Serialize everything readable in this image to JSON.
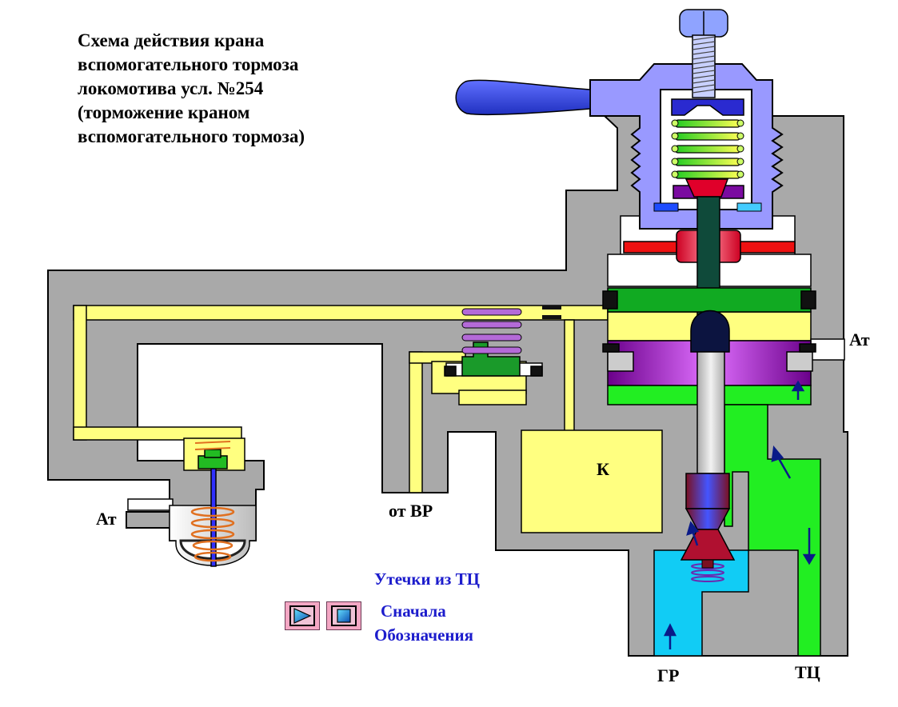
{
  "title_lines": [
    "Схема действия крана",
    "вспомогательного тормоза",
    "локомотива усл. №254",
    "(торможение краном",
    "вспомогательного тормоза)"
  ],
  "labels": {
    "at_left": "Ат",
    "at_right": "Ат",
    "from_vr": "от ВР",
    "chamber_k": "К",
    "gr": "ГР",
    "tc": "ТЦ"
  },
  "notes": {
    "leaks": "Утечки из ТЦ",
    "start": "Сначала",
    "legend": "Обозначения"
  },
  "icons": {
    "play": "play-triangle-icon",
    "stop": "stop-square-icon"
  },
  "colors": {
    "body_gray": "#a9a9a9",
    "air_yellow": "#ffff80",
    "tc_green": "#22ee22",
    "gr_cyan": "#11ccf5",
    "cap_lilac": "#9999ff",
    "arrow_blue": "#0a1a88"
  }
}
